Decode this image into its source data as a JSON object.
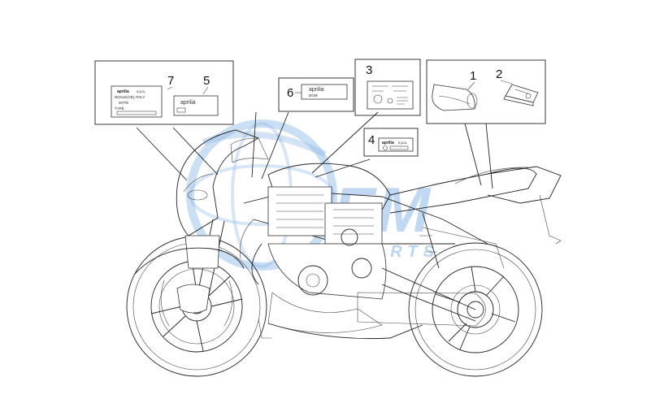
{
  "callouts": {
    "c1": "1",
    "c2": "2",
    "c3": "3",
    "c4": "4",
    "c5": "5",
    "c6": "6",
    "c7": "7"
  },
  "decals": {
    "plate7_brand": "aprilia",
    "plate7_spa": "s.p.a.",
    "plate7_addr": "NOALE(VE),ITALY",
    "plate7_mtt": "MTTE",
    "plate7_type": "TYPE",
    "decal5_brand": "aprilia",
    "decal6_brand": "aprilia",
    "decal6_sub": "DGM",
    "decal4_brand": "aprilia",
    "decal4_spa": "s.p.a."
  },
  "watermark": {
    "logo": "EM",
    "sub": "PARTS",
    "color": "#2f7fd0"
  }
}
